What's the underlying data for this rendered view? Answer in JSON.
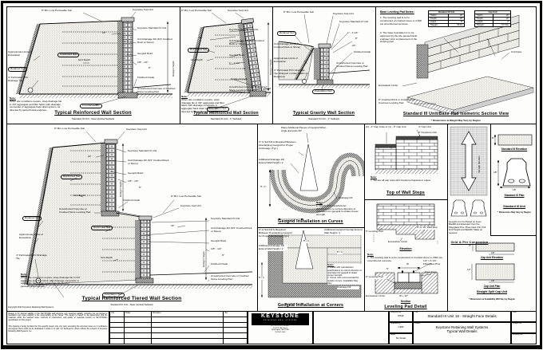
{
  "sheet": {
    "copyright": "Copyright 2012 Keystone Retaining Wall Systems"
  },
  "c": {
    "low_perm": "8\" Min. Low Permeable Soil",
    "cap_unit": "Keystone Cap Unit",
    "std_unit": "Keystone Standard III Unit",
    "drain_fill": "Unit Drainage Fill (3/4\" Crushed Rock or Stone)",
    "geogrid": "Geogrid Reinf.",
    "d24": "24\"",
    "d8": "8\"",
    "sb_nv": "1/8\" - 1/4\"",
    "sb_1": "1\" - 1 1/4\"",
    "approx": "Approximate Limits of Excavation",
    "reinf_soil": "Reinforced Soil",
    "ret_soil": "Retained Soil",
    "grid_depth": "Grid Depth",
    "pvc": "4\" Perforated PVC Drainage Tile",
    "fin_grade": "Finished Grade",
    "lev_pad": "Unreinforced Concrete or Crushed Stone Leveling Pad",
    "found_soil": "Foundation Soil",
    "design_h": "Design Height",
    "note_h": "Note:",
    "notes_h": "Notes:",
    "wrap_note": "When site conditions require, wrap drainage tile in 3/4\" aggregate and filter fabric with drainage composite or aggregate back drain system, as directed by geotechnical engineer."
  },
  "p1": {
    "title": "Typical Reinforced Wall Section",
    "subtitle": "Standard III Unit - Near Vertical Setback"
  },
  "p2": {
    "title": "Typical Reinforced Wall Section",
    "subtitle": "Standard III Unit - 1\" Setback"
  },
  "p3": {
    "title": "Typical Gravity Wall Section",
    "subtitle": "Standard III Unit - 1\" Setback",
    "pvc_wrapped": "4\" Perforated PVC Drainage Tile Wrapped in Filter Fabric (If Required)"
  },
  "p4": {
    "notes_heading": "Base Leveling Pad Notes:",
    "note1": "1. The leveling pad is to be constructed of crushed stone or 2,000 psi unreinforced concrete.",
    "note2": "2. The base foundation is to be approved by the site geotechnical engineer prior to placement of the leveling pad.",
    "unit_table": {
      "title": "Standard III Unit",
      "rows": [
        [
          "*Width:",
          "18\""
        ],
        [
          "*Depth:",
          "18\""
        ],
        [
          "Height:",
          "8\""
        ],
        [
          "*Weight:",
          "95 lbs"
        ]
      ]
    },
    "cap_table": {
      "title": "Cap Unit",
      "rows": [
        [
          "*Width:",
          "18\""
        ],
        [
          "*Depth:",
          "12\""
        ],
        [
          "Height:",
          "4\""
        ],
        [
          "*Weight:",
          "57.5 lbs"
        ]
      ]
    },
    "unit_face": "Unit Face",
    "excavation": "Excavation Limits",
    "pad_label": "6\" Crushed Rock or Unreinforced Concrete Leveling Pad",
    "title": "Standard III Unit/Base Pad Isometric Section View",
    "subtitle": "* Dimensions & Weight May Vary by Region"
  },
  "p5": {
    "title": "Typical Reinforced Tiered Wall Section",
    "subtitle": "Standard III Unit - Near Vertical Setback"
  },
  "p6": {
    "title": "Geogrid Installation on Curves",
    "extra_grid": "Place Additional Pieces of Geogrid When Angle Exceeds 20°",
    "soil_fill": "3\" of Soil Fill is Required Between Overlapping Geogrid for Proper Anchorage (Typ.)",
    "add_drain": "Additional Drainage Fill Extend Wall Height / 2",
    "drain": "Drainage Fill",
    "h2": "H / 2",
    "note1": "1. Check with manufacturer specifications on correct direction of orientation for geogrid to obtain proper strength."
  },
  "p7": {
    "title": "Geogrid Installation at Corners",
    "soil_fill": "3\" of Soil Fill is Required Between Overlapping Geogrid for Proper Anchorage (Typ.)",
    "overlap": "Additional Geogrid Overlap Extend Wall Height / 4",
    "add_drain": "Additional Drainage Fill Extend Wall Height / 2",
    "h4": "H / 4",
    "h2": "H / 2",
    "drain": "Drainage Fill",
    "note1": "1. Check with manufacturer specifications on correct direction of orientation for geogrid to obtain proper strength.",
    "note2": "2. Corner units recommended for outside corners. Availability May Vary."
  },
  "p8": {
    "title": "Top of Wall Steps",
    "caps": "(2) - 4\" Cap Units or (1) - 8\" Cap Unit",
    "cap4": "4\" Cap Unit",
    "unit8": "8\" Keystone Unit",
    "note1": "1. Secure all cap units with Keystone Kapseal or equal."
  },
  "p9": {
    "title": "Leveling Pad Detail",
    "pad": "6\" Leveling Pad",
    "step": "8\" or 16\" Wall Step",
    "excavation": "Excavation Limits",
    "elevation": "Elevation",
    "section": "Section",
    "note1": "1. The leveling pad is to be constructed of crushed stone or 2000 psi unreinforced concrete.",
    "pins": "1/2\" x 5 1/4\" Fiberglass Pins",
    "front": "Front Face",
    "w": "W",
    "d6": "6\"",
    "w12": "W + 12\""
  },
  "p10": {
    "title": "Grid & Pin Connection",
    "arrow": "Strength Direction",
    "note": "Geogrid is to be Placed on Level Backfill and Extended Over the Fiberglass Pins. Place Next Unit, Pull Grid Taught and Backfill. Stake as required."
  },
  "p11": {
    "elev": "Standard III Elevation",
    "plan": "Standard III Plan",
    "unit": "Standard III Unit",
    "note": "* Dimensions May Vary by Region",
    "d18": "18\"",
    "d8": "8\""
  },
  "p12": {
    "elev": "Cap Unit Elevation",
    "plan": "Cap Unit Plan",
    "unit": "Straight Split Cap Unit",
    "note": "* Dimensions & Availability Will Vary by Region",
    "d18": "18\"",
    "d4": "4\"",
    "d12": "12\""
  },
  "tb": {
    "disclaimer1": "Design is for internal stability of the KEYSTONE wall structure only. External stability, including but not limited to foundation and slope stability is the responsibility of the Owner. This design is based on the assumption that the materials within the retained mass, methods of construction, and quality of materials conform to KEYSTONE's specification for this project.",
    "disclaimer2": "This drawing is being furnished for this specific project only. Any party accepting this document does so in confidence and agrees that it shall not be duplicated in whole or in part, nor disclosed to others without the consent of Keystone Retaining Wall Systems, Inc.",
    "rev_no": "No.",
    "rev_date": "Date",
    "rev_revision": "Revision",
    "rev_by": "By",
    "designed_label": "Designed By:",
    "designed": "RKW",
    "checked_label": "Checked By:",
    "checked": "CDM",
    "scale_label": "Scale:",
    "scale": "No Scale",
    "title_label": "Title:",
    "title": "Standard III Unit 18 - Straight Face Details",
    "project_label": "Project:",
    "project1": "Keystone Retaining Wall Systems",
    "project2": "Typical Wall Details",
    "date_label": "Date:",
    "projno_label": "Project No:",
    "dwgno_label": "Drawing No:"
  },
  "logo": {
    "name": "KEYSTONE",
    "tagline": "RETAINING WALL SYSTEMS",
    "company": "A CONTECH COMPANY",
    "addr1": "4444 W 78th Street",
    "addr2": "Minneapolis, MN 55435",
    "phone": "952-897-1040"
  }
}
